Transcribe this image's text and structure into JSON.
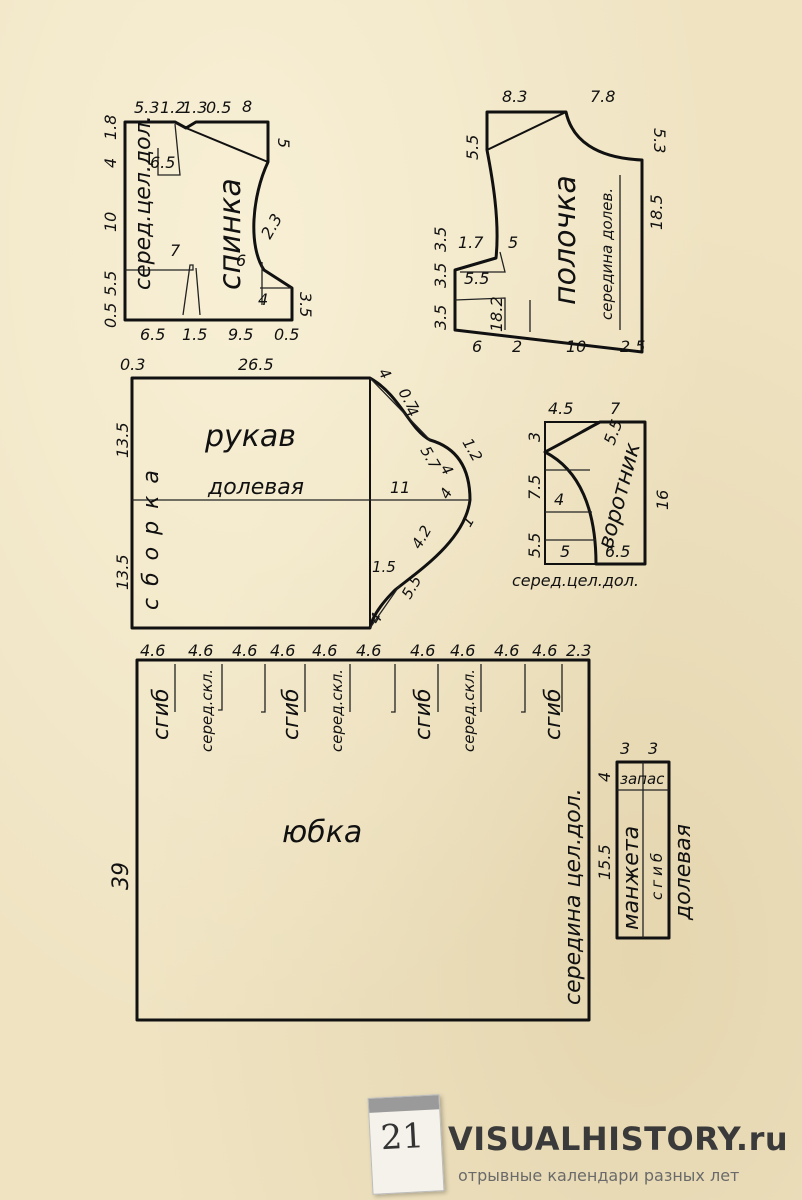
{
  "back": {
    "label": "спинка",
    "center_fold": "серед.цел.дол.",
    "dims": {
      "top": [
        "5.3",
        "1.2",
        "1.3",
        "0.5",
        "8"
      ],
      "left": [
        "1.8",
        "4",
        "10",
        "5.5",
        "0.5"
      ],
      "right": [
        "5",
        "2.3",
        "3.5"
      ],
      "bottom": [
        "6.5",
        "1.5",
        "9.5",
        "0.5"
      ],
      "inner": [
        "6.5",
        "7",
        "6",
        "4"
      ]
    }
  },
  "front": {
    "label": "полочка",
    "center_fold": "середина долев.",
    "dims": {
      "top": [
        "8.3",
        "7.8"
      ],
      "left": [
        "5.5",
        "1.7",
        "5.5",
        "3.5",
        "3.5",
        "3.5"
      ],
      "right": [
        "5.3",
        "18.5"
      ],
      "bottom": [
        "6",
        "2",
        "10",
        "2.5"
      ],
      "inner": [
        "5",
        "18.2"
      ]
    }
  },
  "sleeve": {
    "label": "рукав",
    "grain": "долевая",
    "gather": "сборка",
    "dims": {
      "top": [
        "0.3",
        "26.5"
      ],
      "left": [
        "13.5",
        "13.5"
      ],
      "mid": "11",
      "curve": [
        "4",
        "0.7",
        "4",
        "5.7",
        "1.2",
        "4",
        "4",
        "4.2",
        "1",
        "1.5",
        "5.5",
        "4"
      ]
    }
  },
  "collar": {
    "label": "воротник",
    "caption": "серед.цел.дол.",
    "dims": {
      "top": [
        "4.5",
        "7"
      ],
      "left": [
        "3",
        "7.5",
        "5.5"
      ],
      "inner": [
        "5.5",
        "4",
        "5",
        "6.5"
      ],
      "right": "16"
    }
  },
  "skirt": {
    "label": "юбка",
    "height": "39",
    "top_dims": [
      "4.6",
      "4.6",
      "4.6",
      "4.6",
      "4.6",
      "4.6",
      "4.6",
      "4.6",
      "4.6",
      "4.6",
      "2.3"
    ],
    "pleats": [
      "сгиб",
      "серед.скл.",
      "сгиб",
      "серед.скл.",
      "сгиб",
      "серед.скл.",
      "сгиб"
    ],
    "center_fold": "середина цел.дол."
  },
  "cuff": {
    "label": "манжета",
    "fold": "сгиб",
    "allowance": "запас",
    "grain": "долевая",
    "dims": {
      "top": [
        "3",
        "3"
      ],
      "left": [
        "4",
        "15.5"
      ]
    }
  },
  "footer": {
    "calendar_number": "21",
    "brand": "VISUALHISTORY.ru",
    "tagline": "отрывные календари разных лет"
  }
}
